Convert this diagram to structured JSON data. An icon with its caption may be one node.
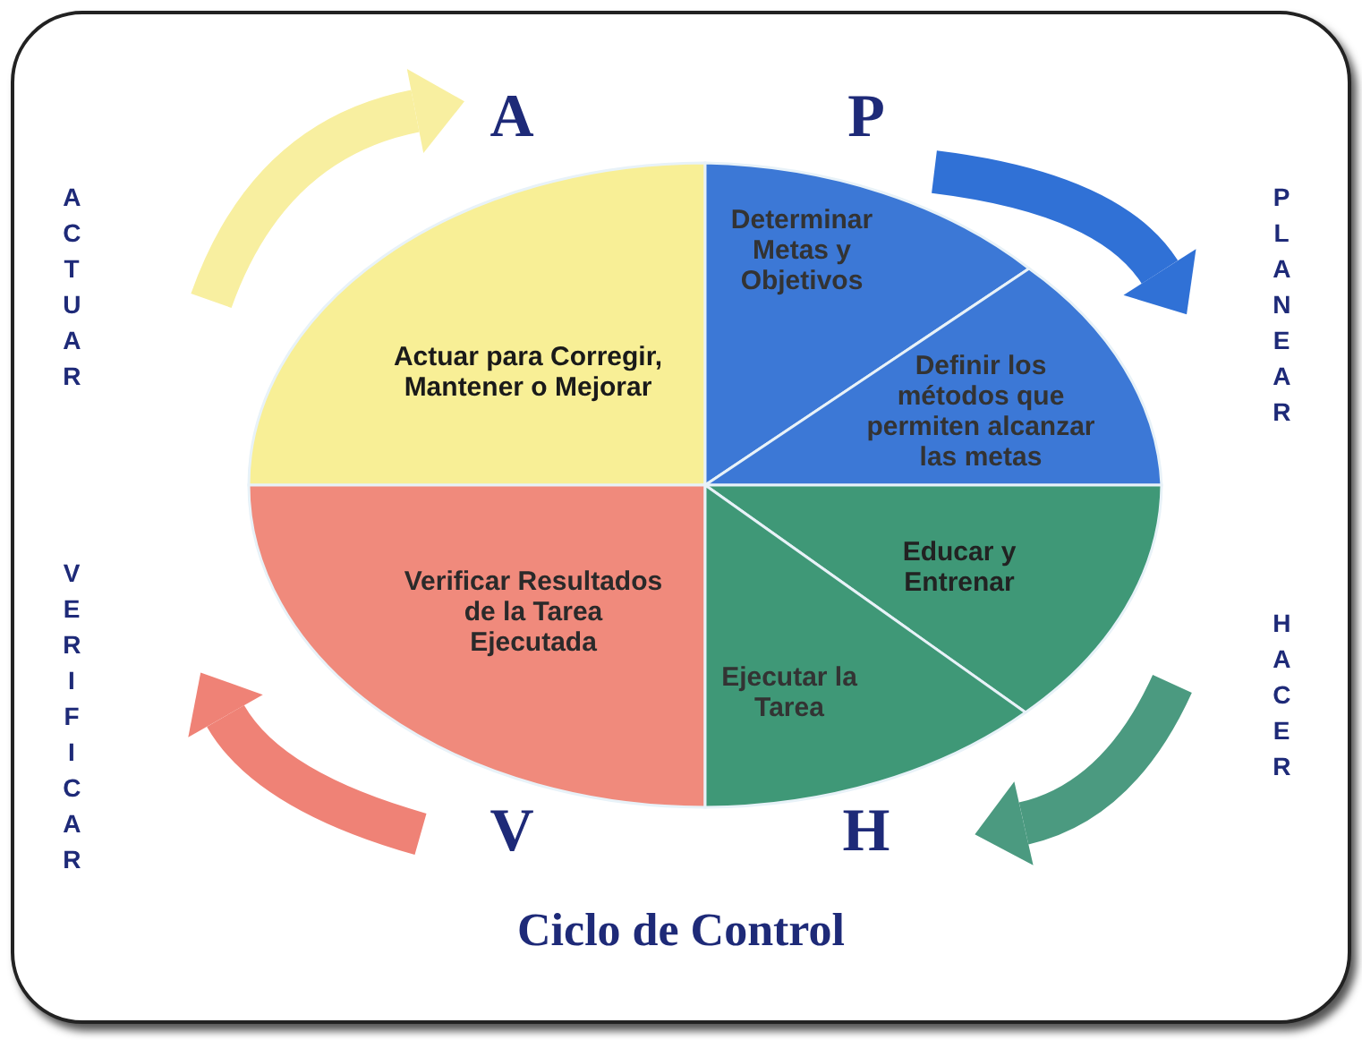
{
  "diagram": {
    "caption": "Ciclo de Control",
    "nodes": [
      {
        "text": [
          "Actuar para Corregir, Mantener o Mejorar"
        ]
      },
      {
        "text": [
          "Determinar Metas y Objetivos"
        ]
      },
      {
        "text": [
          "Definir los métodos que permiten alcanzar las metas"
        ]
      },
      {
        "text": [
          "Verificar Resultados de la Tarea Ejecutada"
        ]
      },
      {
        "text": [
          "Educar y Entrenar"
        ]
      },
      {
        "text": [
          "Ejecutar la Tarea"
        ]
      }
    ],
    "labels": [
      "A",
      "P",
      "ACTUAR",
      "PLANEAR",
      "VERIFICAR",
      "HACER",
      "V",
      "H"
    ]
  }
}
